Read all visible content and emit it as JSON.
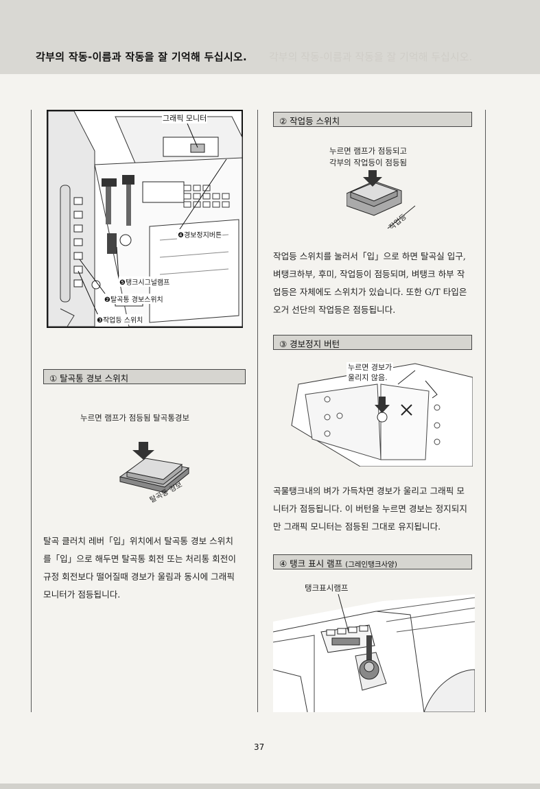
{
  "header": {
    "title": "각부의 작동-이름과 작동을 잘 기억해 두십시오.",
    "ghost_title": "각부의 작동-이름과 작동을 잘 기억해 두십시오."
  },
  "figure_main": {
    "label_monitor": "그래픽 모니터",
    "label_stop": "❹경보정지버튼",
    "label_tank_signal": "❺탱크시그널램프",
    "label_alarm_switch": "❷탈곡통 경보스위치",
    "label_work_light": "❸작업등 스위치"
  },
  "section1": {
    "title": "① 탈곡통 경보 스위치",
    "caption": "누르면 램프가 점등됨 탈곡통경보",
    "switch_text": "탈곡통 경보",
    "body": [
      "탈곡 클러치 레버「입」위치에서 탈곡통 경보 스위치",
      "를「입」으로 해두면 탈곡통 회전 또는 처리통 회전이",
      "규정 회전보다 떨어질때 경보가 울림과 동시에 그래픽",
      "모니터가 점등됩니다."
    ]
  },
  "section2": {
    "title": "② 작업등 스위치",
    "caption_line1": "누르면 램프가 점등되고",
    "caption_line2": "각부의 작업등이 점등됨",
    "switch_text": "작업등",
    "body": [
      "작업등 스위치를 눌러서「입」으로 하면 탈곡실 입구,",
      "벼탱크하부, 후미, 작업등이 점등되며, 벼탱크 하부 작",
      "업등은 자체에도 스위치가 있습니다. 또한 G/T 타입은",
      "오거 선단의 작업등은 점등됩니다."
    ]
  },
  "section3": {
    "title": "③ 경보정지 버턴",
    "callout_line1": "누르면 경보가",
    "callout_line2": "울리지 않음.",
    "body": [
      "곡물탱크내의 벼가 가득차면 경보가 울리고 그래픽 모",
      "니터가 점등됩니다. 이 버턴을 누르면 경보는 정지되지",
      "만 그래픽 모니터는 점등된 그대로 유지됩니다."
    ]
  },
  "section4": {
    "title": "④ 탱크 표시 램프",
    "title_suffix": "(그레인탱크사양)",
    "caption": "탱크표시램프"
  },
  "page_number": "37"
}
